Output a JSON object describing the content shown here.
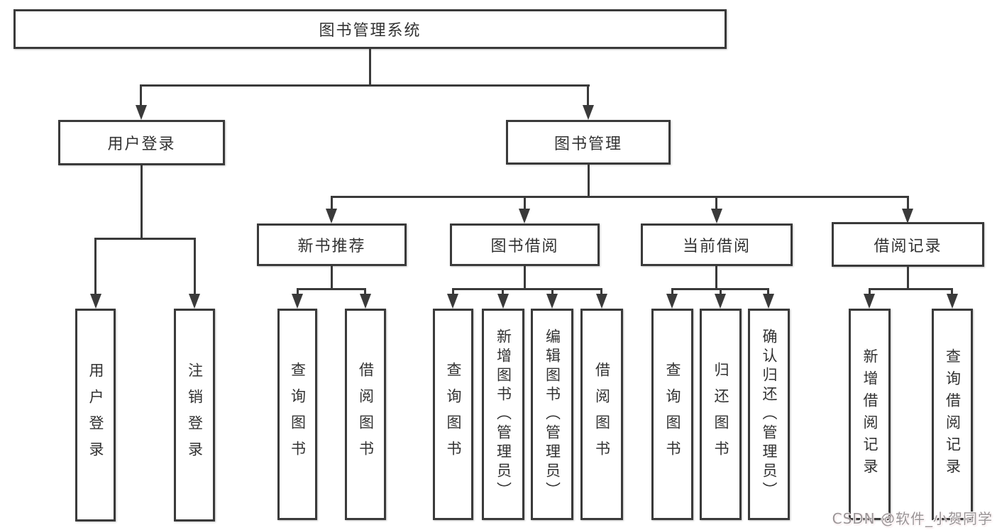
{
  "diagram_type": "hierarchy-tree",
  "nodes": {
    "root": {
      "label": "图书管理系统"
    },
    "branches": [
      {
        "label": "用户登录",
        "children": [
          "用户登录",
          "注销登录"
        ]
      },
      {
        "label": "图书管理",
        "children": [
          {
            "label": "新书推荐",
            "children": [
              "查询图书",
              "借阅图书"
            ]
          },
          {
            "label": "图书借阅",
            "children": [
              "查询图书",
              "新增图书（管理员）",
              "编辑图书（管理员）",
              "借阅图书"
            ]
          },
          {
            "label": "当前借阅",
            "children": [
              "查询图书",
              "归还图书",
              "确认归还（管理员）"
            ]
          },
          {
            "label": "借阅记录",
            "children": [
              "新增借阅记录",
              "查询借阅记录"
            ]
          }
        ]
      }
    ]
  },
  "watermark": {
    "text": "CSDN @软件_小贺同学"
  },
  "colors": {
    "line": "#3a3a3a",
    "box_border": "#3a3a3a",
    "box_fill": "#ffffff",
    "text": "#323232",
    "background": "#ffffff",
    "watermark_text": "#9a9496"
  }
}
